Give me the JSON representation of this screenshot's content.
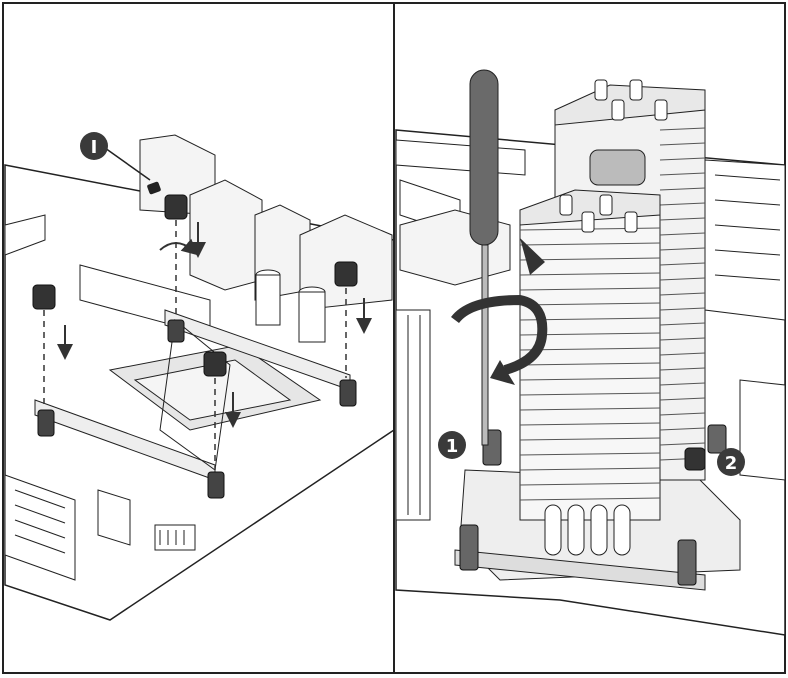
{
  "panels": [
    {
      "id": "left",
      "callouts": [
        {
          "text": "I"
        }
      ]
    },
    {
      "id": "right",
      "callouts": [
        {
          "text": "1"
        },
        {
          "text": "2"
        }
      ]
    }
  ],
  "colors": {
    "line": "#2a2a2a",
    "board": "#ffffff",
    "metal": "#e6e6e6",
    "shade": "#c8c8c8",
    "dark": "#333333",
    "screwdriver_handle": "#6a6a6a",
    "arrow": "#5a5a5a"
  },
  "icons": [
    "screw-icon",
    "curved-arrow-icon",
    "down-arrow-icon",
    "screwdriver-icon"
  ]
}
